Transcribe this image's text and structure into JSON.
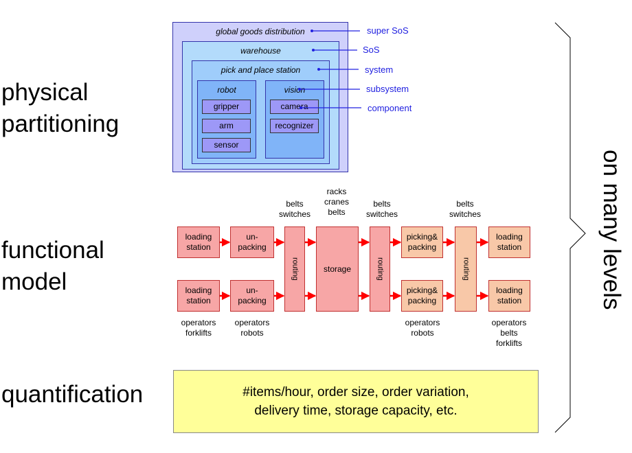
{
  "left_labels": {
    "physical_line1": "physical",
    "physical_line2": "partitioning",
    "functional_line1": "functional",
    "functional_line2": "model",
    "quantification": "quantification"
  },
  "side_label": "on many levels",
  "partitioning": {
    "outer": "global goods distribution",
    "warehouse": "warehouse",
    "station": "pick and place station",
    "robot": "robot",
    "vision": "vision",
    "robot_components": [
      "gripper",
      "arm",
      "sensor"
    ],
    "vision_components": [
      "camera",
      "recognizer"
    ]
  },
  "levels": {
    "super_sos": "super SoS",
    "sos": "SoS",
    "system": "system",
    "subsystem": "subsystem",
    "component": "component"
  },
  "functional": {
    "loading_station": "loading\nstation",
    "unpacking": "un-\npacking",
    "routing": "routing",
    "storage": "storage",
    "picking_packing": "picking&\npacking",
    "top_annotations": {
      "belts1": "belts\nswitches",
      "storage": "racks\ncranes\nbelts",
      "belts2": "belts\nswitches",
      "belts3": "belts\nswitches"
    },
    "bottom_annotations": {
      "loading_in": "operators\nforklifts",
      "unpacking": "operators\nrobots",
      "picking": "operators\nrobots",
      "loading_out": "operators\nbelts\nforklifts"
    }
  },
  "quantification": {
    "line1": "#items/hour, order size, order variation,",
    "line2": "delivery time, storage capacity, etc."
  }
}
